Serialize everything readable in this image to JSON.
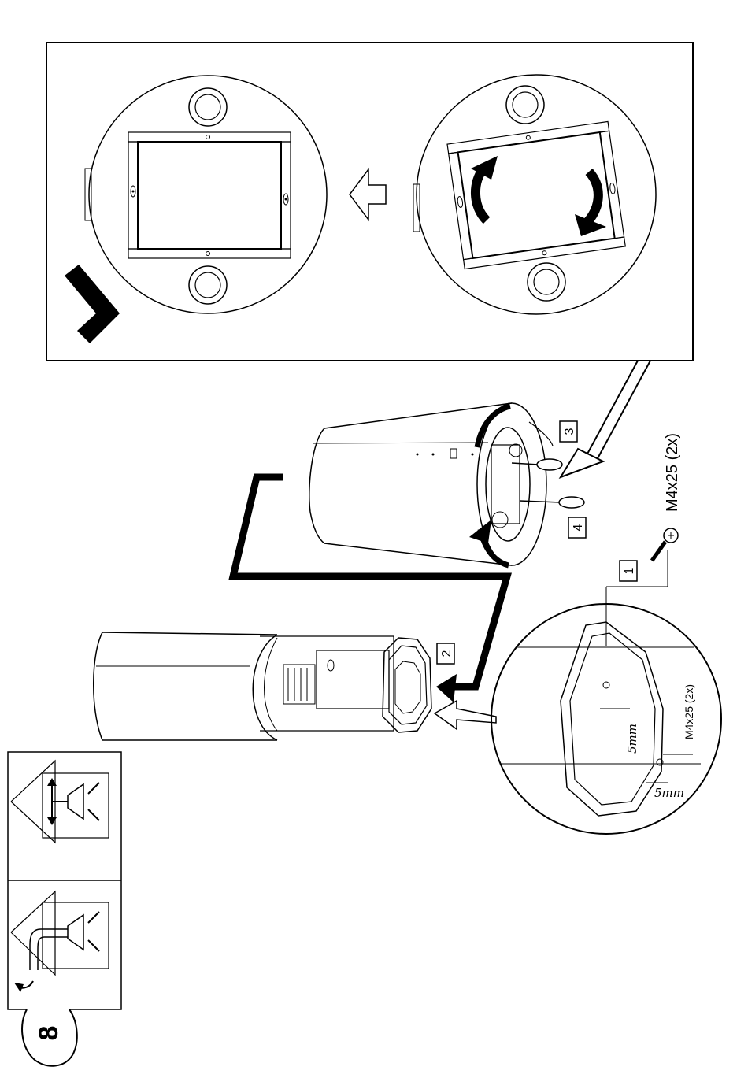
{
  "page_number": "8",
  "steps": [
    "1",
    "2",
    "3",
    "4"
  ],
  "screw_label": "M4x25 (2x)",
  "detail_screw_label": "M4x25 (2x)",
  "gap_label": "5mm",
  "icons": {
    "recirculation_mode": "recirculation-icon",
    "extraction_mode": "extraction-icon",
    "rotate": "rotate-arrow-icon",
    "screwdriver": "screwdriver-icon",
    "screw": "screw-icon"
  },
  "colors": {
    "line": "#000000",
    "background": "#ffffff"
  }
}
